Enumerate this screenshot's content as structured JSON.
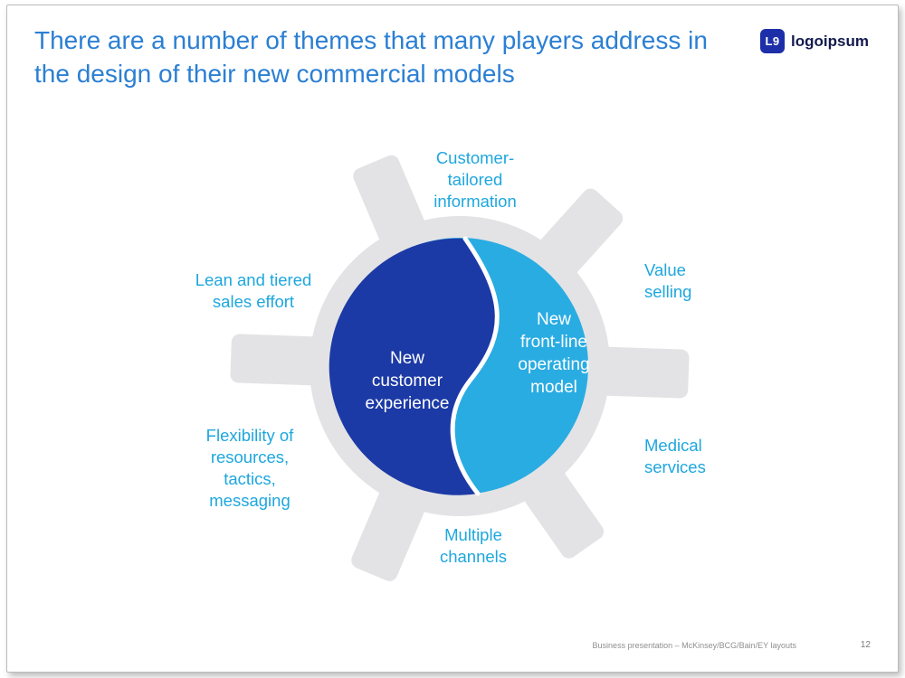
{
  "slide": {
    "title": "There are a number of themes that many players address in the design of their new commercial models",
    "logo": {
      "icon_glyph": "L9",
      "text": "logoipsum"
    },
    "footer": {
      "caption": "Business presentation – McKinsey/BCG/Bain/EY layouts",
      "page_number": "12"
    }
  },
  "diagram": {
    "type": "yin-yang-theme-wheel",
    "center_left": "New\ncustomer\nexperience",
    "center_right": "New\nfront-line\noperating\nmodel",
    "themes": [
      {
        "position": "top",
        "label": "Customer-\ntailored\ninformation"
      },
      {
        "position": "upper-right",
        "label": "Value\nselling"
      },
      {
        "position": "upper-left",
        "label": "Lean and tiered\nsales effort"
      },
      {
        "position": "lower-left",
        "label": "Flexibility of\nresources,\ntactics,\nmessaging"
      },
      {
        "position": "lower-right",
        "label": "Medical\nservices"
      },
      {
        "position": "bottom",
        "label": "Multiple\nchannels"
      }
    ],
    "colors": {
      "left_half": "#1c3aa5",
      "right_half": "#29ace2",
      "theme_text": "#1ea7de",
      "spokes": "#e3e3e5",
      "title_text": "#2b7fd3"
    }
  }
}
